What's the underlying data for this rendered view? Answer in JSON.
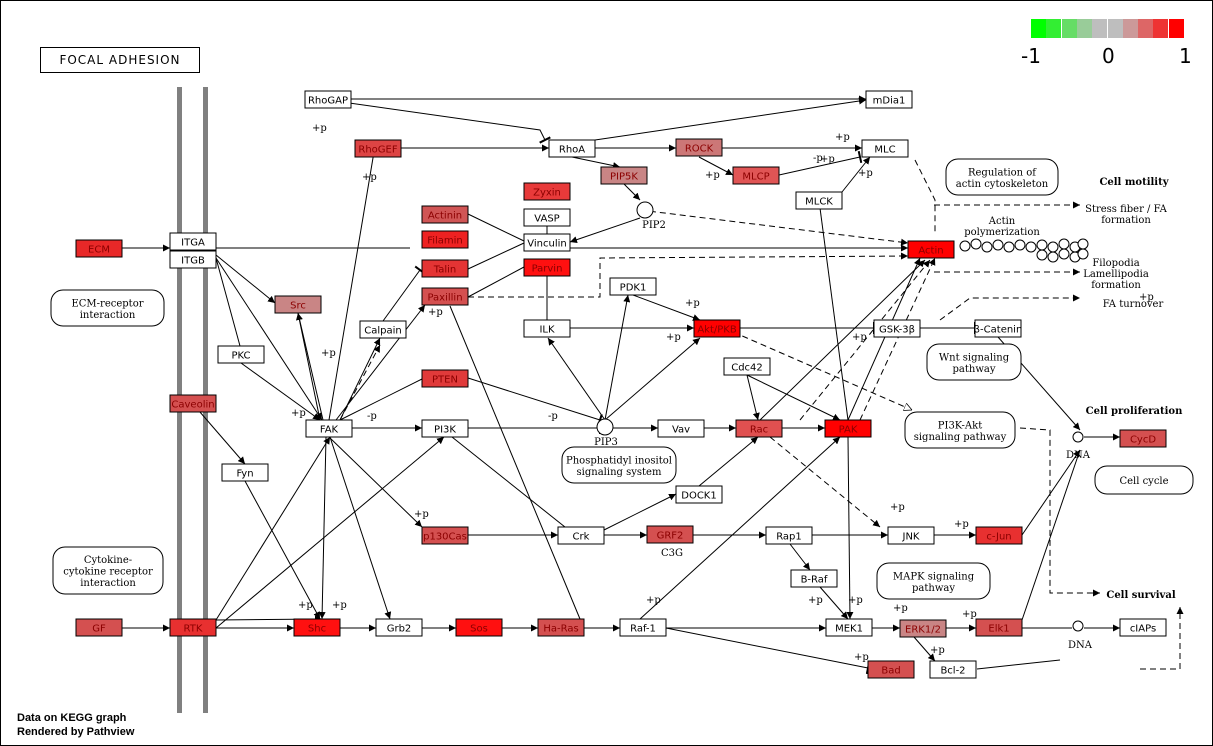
{
  "title": "FOCAL ADHESION",
  "footer": [
    "Data on KEGG graph",
    "Rendered by Pathview"
  ],
  "legend": {
    "ticks": [
      "-1",
      "0",
      "1"
    ],
    "colors": [
      "#00ff00",
      "#33ee33",
      "#66dd66",
      "#99cc99",
      "#bebebe",
      "#bebebe",
      "#cc9999",
      "#dd6666",
      "#ee3333",
      "#ff0000"
    ]
  },
  "nodes": [
    {
      "id": "RhoGAP",
      "label": "RhoGAP",
      "fill": "#ffffff"
    },
    {
      "id": "mDia1",
      "label": "mDia1",
      "fill": "#ffffff"
    },
    {
      "id": "RhoGEF",
      "label": "RhoGEF",
      "fill": "#dd4444"
    },
    {
      "id": "RhoA",
      "label": "RhoA",
      "fill": "#ffffff"
    },
    {
      "id": "ROCK",
      "label": "ROCK",
      "fill": "#cc7777"
    },
    {
      "id": "MLC",
      "label": "MLC",
      "fill": "#ffffff"
    },
    {
      "id": "PIP5K",
      "label": "PIP5K",
      "fill": "#c98585"
    },
    {
      "id": "MLCP",
      "label": "MLCP",
      "fill": "#e05555"
    },
    {
      "id": "MLCK",
      "label": "MLCK",
      "fill": "#ffffff"
    },
    {
      "id": "Zyxin",
      "label": "Zyxin",
      "fill": "#e83a3a"
    },
    {
      "id": "Actinin",
      "label": "Actinin",
      "fill": "#d05555"
    },
    {
      "id": "VASP",
      "label": "VASP",
      "fill": "#ffffff"
    },
    {
      "id": "Filamin",
      "label": "Filamin",
      "fill": "#ee2222"
    },
    {
      "id": "Vinculin",
      "label": "Vinculin",
      "fill": "#ffffff"
    },
    {
      "id": "ECM",
      "label": "ECM",
      "fill": "#e82828"
    },
    {
      "id": "ITGA",
      "label": "ITGA",
      "fill": "#ffffff"
    },
    {
      "id": "ITGB",
      "label": "ITGB",
      "fill": "#ffffff"
    },
    {
      "id": "Actin",
      "label": "Actin",
      "fill": "#ff0000"
    },
    {
      "id": "Talin",
      "label": "Talin",
      "fill": "#e43434"
    },
    {
      "id": "Parvin",
      "label": "Parvin",
      "fill": "#ff1010"
    },
    {
      "id": "Src",
      "label": "Src",
      "fill": "#c98585"
    },
    {
      "id": "Paxillin",
      "label": "Paxillin",
      "fill": "#d45050"
    },
    {
      "id": "PDK1",
      "label": "PDK1",
      "fill": "#ffffff"
    },
    {
      "id": "AktPKB",
      "label": "Akt/PKB",
      "fill": "#ff0000"
    },
    {
      "id": "GSK3b",
      "label": "GSK-3β",
      "fill": "#ffffff"
    },
    {
      "id": "bCatenin",
      "label": "β-Catenin",
      "fill": "#ffffff"
    },
    {
      "id": "Calpain",
      "label": "Calpain",
      "fill": "#ffffff"
    },
    {
      "id": "ILK",
      "label": "ILK",
      "fill": "#ffffff"
    },
    {
      "id": "PKC",
      "label": "PKC",
      "fill": "#ffffff"
    },
    {
      "id": "Cdc42",
      "label": "Cdc42",
      "fill": "#ffffff"
    },
    {
      "id": "Caveolin",
      "label": "Caveolin",
      "fill": "#d45050"
    },
    {
      "id": "PTEN",
      "label": "PTEN",
      "fill": "#e03a3a"
    },
    {
      "id": "FAK",
      "label": "FAK",
      "fill": "#ffffff"
    },
    {
      "id": "PI3K",
      "label": "PI3K",
      "fill": "#ffffff"
    },
    {
      "id": "Vav",
      "label": "Vav",
      "fill": "#ffffff"
    },
    {
      "id": "Rac",
      "label": "Rac",
      "fill": "#e05050"
    },
    {
      "id": "PAK",
      "label": "PAK",
      "fill": "#ff0000"
    },
    {
      "id": "CycD",
      "label": "CycD",
      "fill": "#d45050"
    },
    {
      "id": "Fyn",
      "label": "Fyn",
      "fill": "#ffffff"
    },
    {
      "id": "DOCK1",
      "label": "DOCK1",
      "fill": "#ffffff"
    },
    {
      "id": "p130Cas",
      "label": "p130Cas",
      "fill": "#d45050"
    },
    {
      "id": "Crk",
      "label": "Crk",
      "fill": "#ffffff"
    },
    {
      "id": "GRF2",
      "label": "GRF2",
      "fill": "#d45050"
    },
    {
      "id": "Rap1",
      "label": "Rap1",
      "fill": "#ffffff"
    },
    {
      "id": "JNK",
      "label": "JNK",
      "fill": "#ffffff"
    },
    {
      "id": "cJun",
      "label": "c-Jun",
      "fill": "#e83030"
    },
    {
      "id": "BRaf",
      "label": "B-Raf",
      "fill": "#ffffff"
    },
    {
      "id": "GF",
      "label": "GF",
      "fill": "#d45050"
    },
    {
      "id": "RTK",
      "label": "RTK",
      "fill": "#e83030"
    },
    {
      "id": "Shc",
      "label": "Shc",
      "fill": "#ff1010"
    },
    {
      "id": "Grb2",
      "label": "Grb2",
      "fill": "#ffffff"
    },
    {
      "id": "Sos",
      "label": "Sos",
      "fill": "#ff1010"
    },
    {
      "id": "HaRas",
      "label": "Ha-Ras",
      "fill": "#d45050"
    },
    {
      "id": "Raf1",
      "label": "Raf-1",
      "fill": "#ffffff"
    },
    {
      "id": "MEK1",
      "label": "MEK1",
      "fill": "#ffffff"
    },
    {
      "id": "ERK12",
      "label": "ERK1/2",
      "fill": "#c98585"
    },
    {
      "id": "Elk1",
      "label": "Elk1",
      "fill": "#d45050"
    },
    {
      "id": "cIAPs",
      "label": "cIAPs",
      "fill": "#ffffff"
    },
    {
      "id": "Bad",
      "label": "Bad",
      "fill": "#d45050"
    },
    {
      "id": "Bcl2",
      "label": "Bcl-2",
      "fill": "#ffffff"
    }
  ],
  "pathways": [
    {
      "id": "ecm",
      "lines": [
        "ECM-receptor",
        "interaction"
      ]
    },
    {
      "id": "cytokine",
      "lines": [
        "Cytokine-",
        "cytokine receptor",
        "interaction"
      ]
    },
    {
      "id": "regulation",
      "lines": [
        "Regulation of",
        "actin cytoskeleton"
      ]
    },
    {
      "id": "wnt",
      "lines": [
        "Wnt signaling",
        "pathway"
      ]
    },
    {
      "id": "pi3kakt",
      "lines": [
        "PI3K-Akt",
        "signaling pathway"
      ]
    },
    {
      "id": "phosph",
      "lines": [
        "Phosphatidyl inositol",
        "signaling system"
      ]
    },
    {
      "id": "mapk",
      "lines": [
        "MAPK signaling",
        "pathway"
      ]
    },
    {
      "id": "cellcycle",
      "lines": [
        "Cell cycle"
      ]
    }
  ],
  "compounds": [
    "PIP2",
    "PIP3",
    "DNA",
    "DNA"
  ],
  "labels": [
    {
      "id": "c3g",
      "text": "C3G",
      "bold": false
    },
    {
      "id": "actinpoly",
      "text": "Actin\npolymerization",
      "bold": false
    },
    {
      "id": "cellmotility",
      "text": "Cell motility",
      "bold": true
    },
    {
      "id": "stressfiber",
      "text": "Stress fiber / FA\nformation",
      "bold": false
    },
    {
      "id": "filopodia",
      "text": "Filopodia\nLamellipodia\nformation",
      "bold": false
    },
    {
      "id": "faturnover",
      "text": "FA turnover",
      "bold": false
    },
    {
      "id": "cellprolif",
      "text": "Cell proliferation",
      "bold": true
    },
    {
      "id": "cellsurvival",
      "text": "Cell survival",
      "bold": true
    }
  ],
  "edge_labels": [
    "+p",
    "-p"
  ]
}
